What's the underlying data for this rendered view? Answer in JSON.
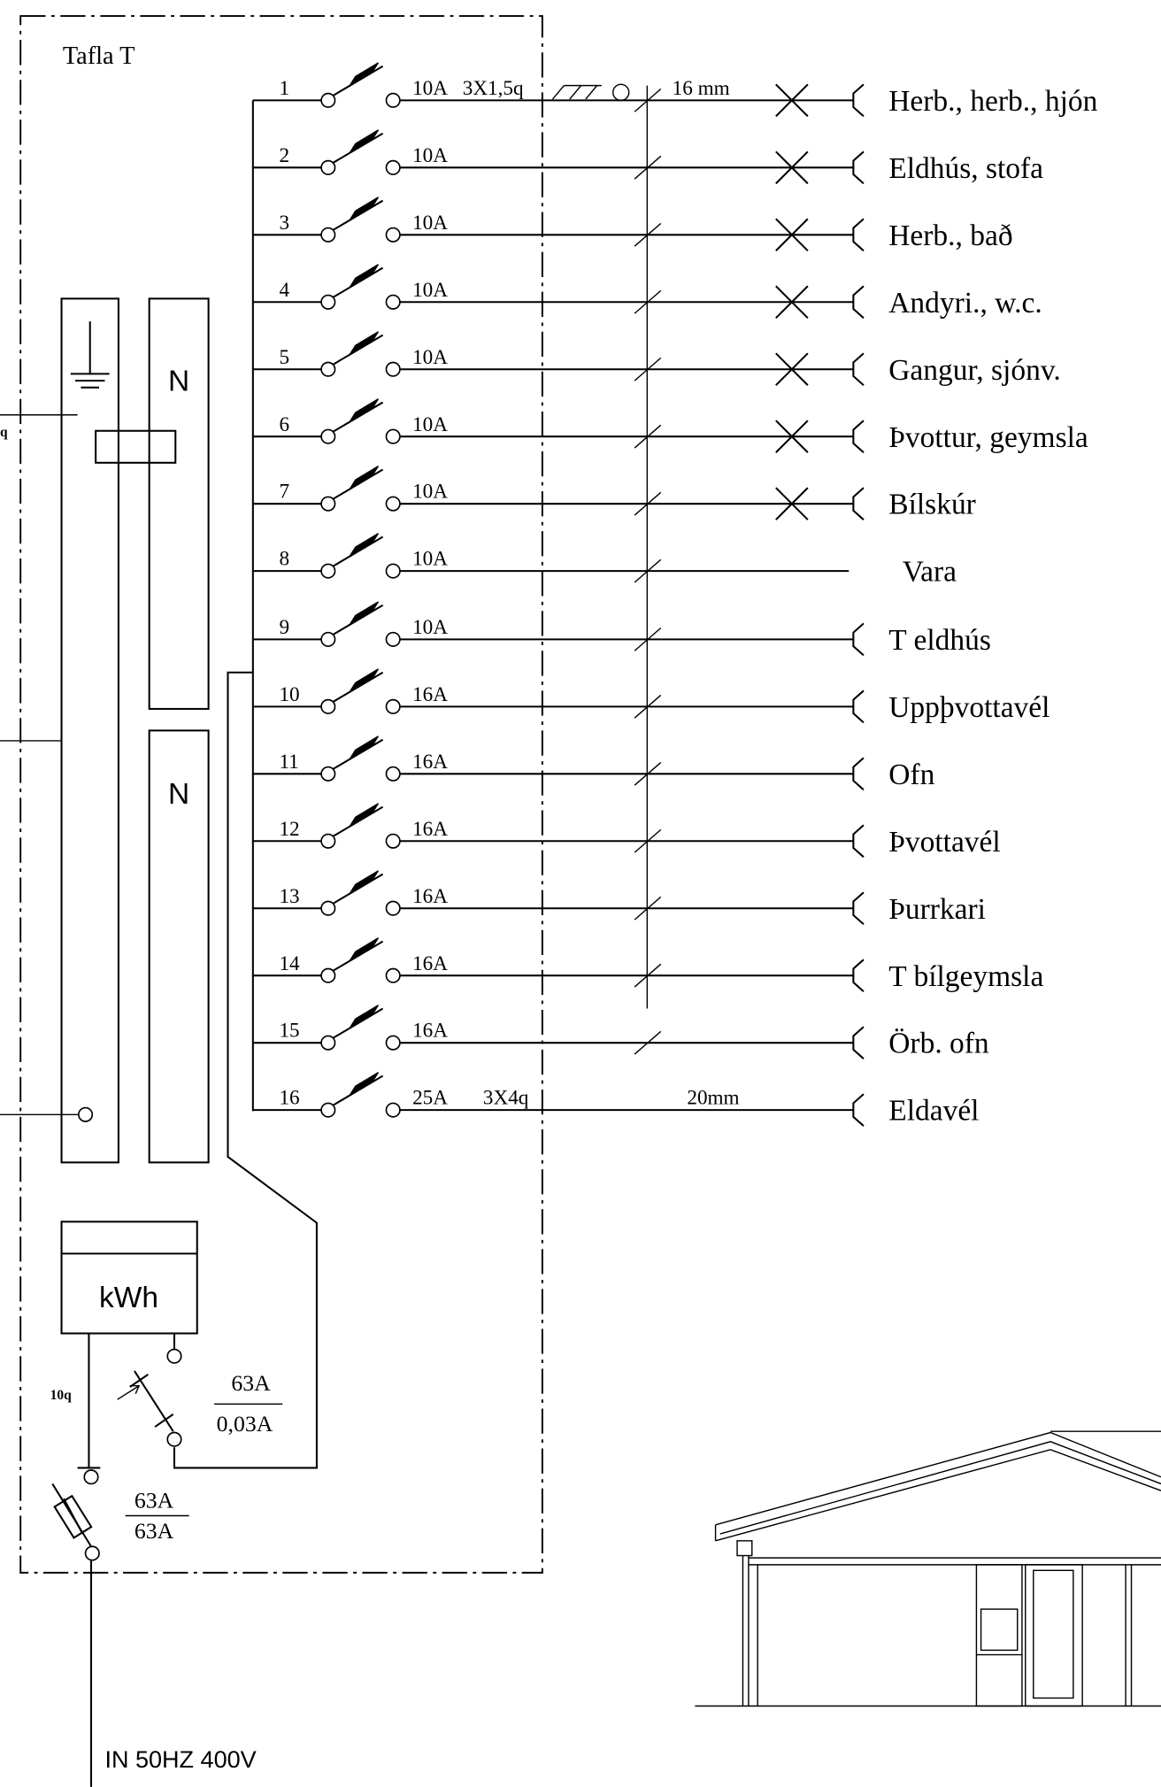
{
  "panel": {
    "title": "Tafla T"
  },
  "busbar": {
    "neutral_top": "N",
    "neutral_bottom": "N"
  },
  "incoming_cut_label": "q",
  "circuits": [
    {
      "number": "1",
      "rating": "10A",
      "cable": "3X1,5q",
      "conduit_symbol": true,
      "conduit_size": "16 mm",
      "tick": true,
      "light_fixture": true,
      "outlet": true,
      "label": "Herb., herb., hjón"
    },
    {
      "number": "2",
      "rating": "10A",
      "tick": true,
      "light_fixture": true,
      "outlet": true,
      "label": "Eldhús, stofa"
    },
    {
      "number": "3",
      "rating": "10A",
      "tick": true,
      "light_fixture": true,
      "outlet": true,
      "label": "Herb., bað"
    },
    {
      "number": "4",
      "rating": "10A",
      "tick": true,
      "light_fixture": true,
      "outlet": true,
      "label": "Andyri., w.c."
    },
    {
      "number": "5",
      "rating": "10A",
      "tick": true,
      "light_fixture": true,
      "outlet": true,
      "label": "Gangur, sjónv."
    },
    {
      "number": "6",
      "rating": "10A",
      "tick": true,
      "light_fixture": true,
      "outlet": true,
      "label": "Þvottur, geymsla"
    },
    {
      "number": "7",
      "rating": "10A",
      "tick": true,
      "light_fixture": true,
      "outlet": true,
      "label": "Bílskúr"
    },
    {
      "number": "8",
      "rating": "10A",
      "tick": true,
      "light_fixture": false,
      "outlet": false,
      "label": "Vara"
    },
    {
      "number": "9",
      "rating": "10A",
      "tick": true,
      "light_fixture": false,
      "outlet": true,
      "label": "T eldhús"
    },
    {
      "number": "10",
      "rating": "16A",
      "tick": true,
      "light_fixture": false,
      "outlet": true,
      "label": "Uppþvottavél"
    },
    {
      "number": "11",
      "rating": "16A",
      "tick": true,
      "light_fixture": false,
      "outlet": true,
      "label": "Ofn"
    },
    {
      "number": "12",
      "rating": "16A",
      "tick": true,
      "light_fixture": false,
      "outlet": true,
      "label": "Þvottavél"
    },
    {
      "number": "13",
      "rating": "16A",
      "tick": true,
      "light_fixture": false,
      "outlet": true,
      "label": "Þurrkari"
    },
    {
      "number": "14",
      "rating": "16A",
      "tick": true,
      "light_fixture": false,
      "outlet": true,
      "label": "T bílgeymsla"
    },
    {
      "number": "15",
      "rating": "16A",
      "tick": true,
      "light_fixture": false,
      "outlet": true,
      "label": "Örb. ofn"
    },
    {
      "number": "16",
      "rating": "25A",
      "cable": "3X4q",
      "conduit_size": "20mm",
      "tick": false,
      "light_fixture": false,
      "outlet": true,
      "label": "Eldavél"
    }
  ],
  "meter": {
    "label": "kWh",
    "cable": "10q"
  },
  "rcd": {
    "rated_current": "63A",
    "trip_current": "0,03A"
  },
  "main_fuse": {
    "upper": "63A",
    "lower": "63A"
  },
  "supply": {
    "label": "IN 50HZ 400V"
  }
}
